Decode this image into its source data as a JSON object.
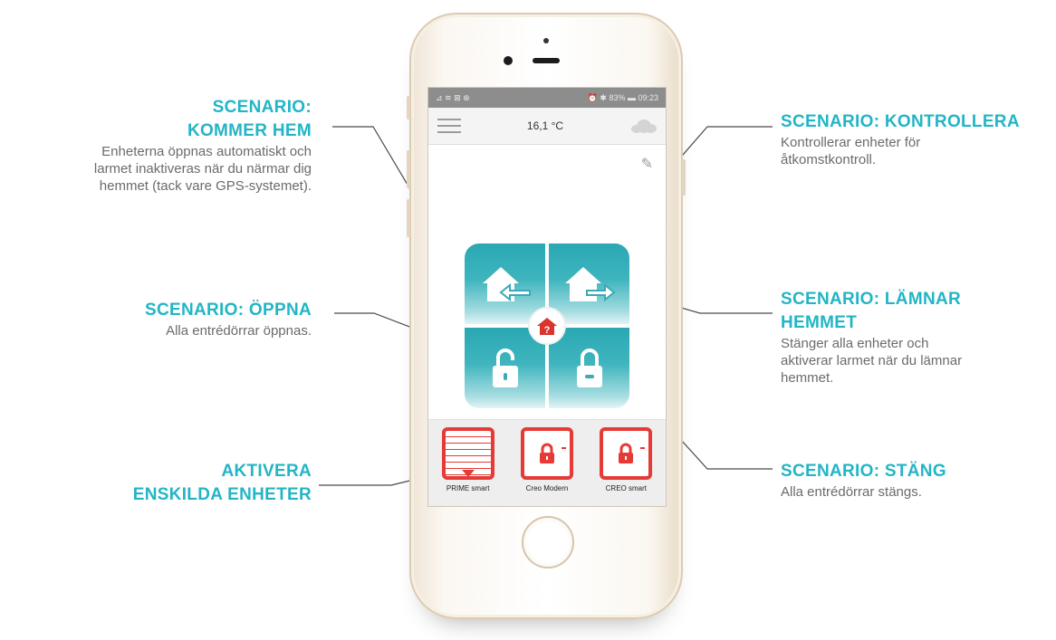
{
  "annotations": {
    "kommer_hem": {
      "title_line1": "SCENARIO:",
      "title_line2": "KOMMER HEM",
      "text_line1": "Enheterna öppnas automatiskt och",
      "text_line2": "larmet inaktiveras när du närmar dig",
      "text_line3": "hemmet (tack vare GPS-systemet)."
    },
    "oppna": {
      "title": "SCENARIO: ÖPPNA",
      "text": "Alla entrédörrar öppnas."
    },
    "aktivera": {
      "title_line1": "AKTIVERA",
      "title_line2": "ENSKILDA ENHETER"
    },
    "kontrollera": {
      "title": "SCENARIO: KONTROLLERA",
      "text_line1": "Kontrollerar enheter för",
      "text_line2": "åtkomstkontroll."
    },
    "lamnar_hemmet": {
      "title_line1": "SCENARIO: LÄMNAR",
      "title_line2": "HEMMET",
      "text_line1": "Stänger alla enheter och",
      "text_line2": "aktiverar larmet när du lämnar",
      "text_line3": "hemmet."
    },
    "stang": {
      "title": "SCENARIO: STÄNG",
      "text": "Alla entrédörrar stängs."
    }
  },
  "app": {
    "status_left": "⊿ ≋ ⊠ ⊕",
    "status_right": "⏰ ✱ 83% ▬ 09:23",
    "temperature": "16,1 °C",
    "center_symbol": "?",
    "devices": [
      {
        "label": "PRIME smart"
      },
      {
        "label": "Creo Modern"
      },
      {
        "label": "CREO smart"
      }
    ]
  },
  "colors": {
    "accent": "#22b5c6",
    "text": "#6b6b6b",
    "tile": "#2aa8b3",
    "device_red": "#e53a35"
  }
}
